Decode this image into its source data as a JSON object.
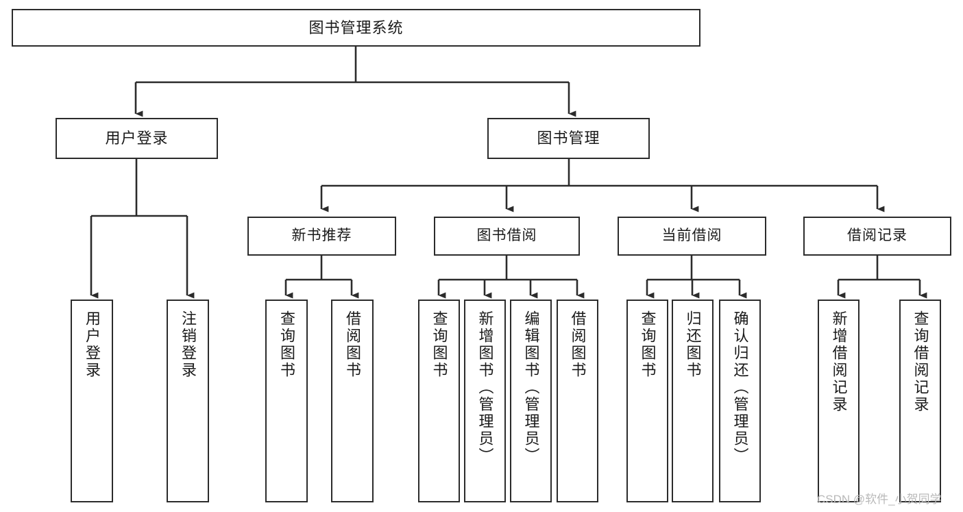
{
  "diagram": {
    "type": "tree-hierarchy-chart",
    "title": "图书管理系统",
    "orientation": "top-down",
    "line_color": "#2b2b2b",
    "box_fill": "#ffffff",
    "text_color": "#1a1a1a",
    "watermark": "CSDN @软件_小贺同学",
    "nodes": {
      "root": {
        "label": "图书管理系统",
        "level": 1
      },
      "user_login": {
        "label": "用户登录",
        "level": 2
      },
      "book_manage": {
        "label": "图书管理",
        "level": 2
      },
      "new_book_rec": {
        "label": "新书推荐",
        "level": 3
      },
      "book_borrow": {
        "label": "图书借阅",
        "level": 3
      },
      "current_borrow": {
        "label": "当前借阅",
        "level": 3
      },
      "borrow_record": {
        "label": "借阅记录",
        "level": 3
      },
      "leaf_user_login": {
        "label": "用户登录",
        "level": 4
      },
      "leaf_logout": {
        "label": "注销登录",
        "level": 4
      },
      "leaf_query_book_1": {
        "label": "查询图书",
        "level": 4
      },
      "leaf_borrow_book_1": {
        "label": "借阅图书",
        "level": 4
      },
      "leaf_query_book_2": {
        "label": "查询图书",
        "level": 4
      },
      "leaf_add_book": {
        "label": "新增图书（管理员）",
        "level": 4
      },
      "leaf_edit_book": {
        "label": "编辑图书（管理员）",
        "level": 4
      },
      "leaf_borrow_book_2": {
        "label": "借阅图书",
        "level": 4
      },
      "leaf_query_book_3": {
        "label": "查询图书",
        "level": 4
      },
      "leaf_return_book": {
        "label": "归还图书",
        "level": 4
      },
      "leaf_confirm_return": {
        "label": "确认归还（管理员）",
        "level": 4
      },
      "leaf_add_record": {
        "label": "新增借阅记录",
        "level": 4
      },
      "leaf_query_record": {
        "label": "查询借阅记录",
        "level": 4
      }
    },
    "edges": [
      {
        "from": "root",
        "to": "user_login"
      },
      {
        "from": "root",
        "to": "book_manage"
      },
      {
        "from": "user_login",
        "to": "leaf_user_login"
      },
      {
        "from": "user_login",
        "to": "leaf_logout"
      },
      {
        "from": "book_manage",
        "to": "new_book_rec"
      },
      {
        "from": "book_manage",
        "to": "book_borrow"
      },
      {
        "from": "book_manage",
        "to": "current_borrow"
      },
      {
        "from": "book_manage",
        "to": "borrow_record"
      },
      {
        "from": "new_book_rec",
        "to": "leaf_query_book_1"
      },
      {
        "from": "new_book_rec",
        "to": "leaf_borrow_book_1"
      },
      {
        "from": "book_borrow",
        "to": "leaf_query_book_2"
      },
      {
        "from": "book_borrow",
        "to": "leaf_add_book"
      },
      {
        "from": "book_borrow",
        "to": "leaf_edit_book"
      },
      {
        "from": "book_borrow",
        "to": "leaf_borrow_book_2"
      },
      {
        "from": "current_borrow",
        "to": "leaf_query_book_3"
      },
      {
        "from": "current_borrow",
        "to": "leaf_return_book"
      },
      {
        "from": "current_borrow",
        "to": "leaf_confirm_return"
      },
      {
        "from": "borrow_record",
        "to": "leaf_add_record"
      },
      {
        "from": "borrow_record",
        "to": "leaf_query_record"
      }
    ]
  }
}
